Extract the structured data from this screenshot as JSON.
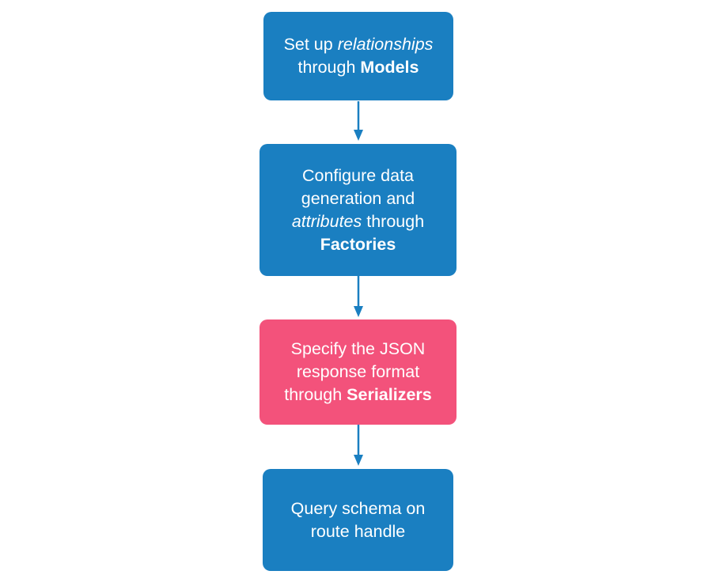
{
  "colors": {
    "blue": "#1a7fc1",
    "pink": "#f3527b",
    "arrow": "#1a7fc1",
    "text": "#ffffff",
    "background": "#ffffff"
  },
  "flowchart": {
    "direction": "top-to-bottom",
    "nodes": [
      {
        "id": "models",
        "color_key": "blue",
        "lines": [
          {
            "parts": [
              {
                "text": "Set up ",
                "style": "normal"
              },
              {
                "text": "relationships",
                "style": "italic"
              }
            ]
          },
          {
            "parts": [
              {
                "text": "through ",
                "style": "normal"
              },
              {
                "text": "Models",
                "style": "bold"
              }
            ]
          }
        ]
      },
      {
        "id": "factories",
        "color_key": "blue",
        "lines": [
          {
            "parts": [
              {
                "text": "Configure data",
                "style": "normal"
              }
            ]
          },
          {
            "parts": [
              {
                "text": "generation and",
                "style": "normal"
              }
            ]
          },
          {
            "parts": [
              {
                "text": "attributes",
                "style": "italic"
              },
              {
                "text": " through",
                "style": "normal"
              }
            ]
          },
          {
            "parts": [
              {
                "text": "Factories",
                "style": "bold"
              }
            ]
          }
        ]
      },
      {
        "id": "serializers",
        "color_key": "pink",
        "lines": [
          {
            "parts": [
              {
                "text": "Specify the JSON",
                "style": "normal"
              }
            ]
          },
          {
            "parts": [
              {
                "text": "response format",
                "style": "normal"
              }
            ]
          },
          {
            "parts": [
              {
                "text": "through ",
                "style": "normal"
              },
              {
                "text": "Serializers",
                "style": "bold"
              }
            ]
          }
        ]
      },
      {
        "id": "route-handle",
        "color_key": "blue",
        "lines": [
          {
            "parts": [
              {
                "text": "Query schema on",
                "style": "normal"
              }
            ]
          },
          {
            "parts": [
              {
                "text": "route handle",
                "style": "normal"
              }
            ]
          }
        ]
      }
    ],
    "edges": [
      {
        "from": "models",
        "to": "factories"
      },
      {
        "from": "factories",
        "to": "serializers"
      },
      {
        "from": "serializers",
        "to": "route-handle"
      }
    ]
  }
}
